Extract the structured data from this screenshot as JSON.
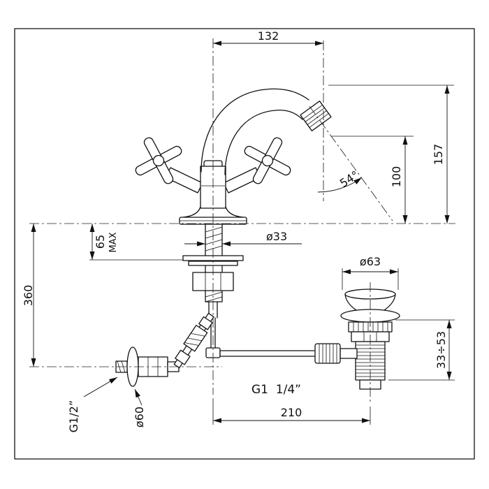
{
  "drawing": {
    "dimensions": {
      "spout_reach": "132",
      "total_height": "157",
      "spout_height": "100",
      "spray_angle": "54°",
      "shank_diameter": "ø33",
      "max_deck_thickness": "65",
      "max_label": "MAX",
      "supply_drop": "360",
      "waste_flange_diameter": "ø63",
      "waste_height_range": "33÷53",
      "waste_thread": "G1  1/4”",
      "centre_distance": "210",
      "supply_thread": "G1/2”",
      "wall_escutcheon_diameter": "ø60"
    }
  }
}
